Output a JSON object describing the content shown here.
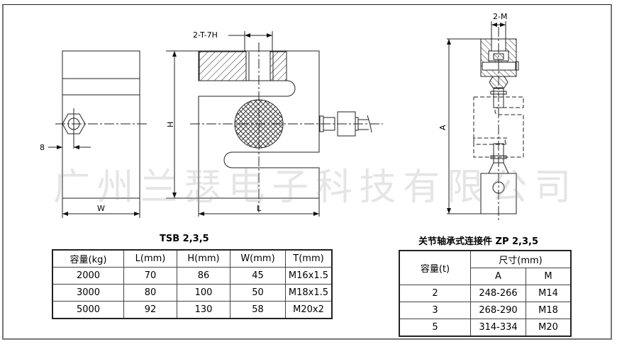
{
  "watermark": [
    "广",
    "州",
    "兰",
    "瑟",
    "电",
    "子",
    "科",
    "技",
    "有",
    "限",
    "公",
    "司"
  ],
  "drawing_labels": {
    "side_view": {
      "offset_dim": "8",
      "width_dim": "W"
    },
    "front_view": {
      "thread_dim": "2-T-7H",
      "height_dim": "H",
      "length_dim": "L"
    },
    "assembly_view": {
      "thread_dim": "2-M",
      "overall_dim": "A"
    }
  },
  "table1": {
    "caption": "TSB 2,3,5",
    "headers": [
      "容量(kg)",
      "L(mm)",
      "H(mm)",
      "W(mm)",
      "T(mm)"
    ],
    "rows": [
      [
        "2000",
        "70",
        "86",
        "45",
        "M16x1.5"
      ],
      [
        "3000",
        "80",
        "100",
        "50",
        "M18x1.5"
      ],
      [
        "5000",
        "92",
        "130",
        "58",
        "M20x2"
      ]
    ]
  },
  "table2": {
    "caption": "关节轴承式连接件 ZP 2,3,5",
    "header_capacity": "容量(t)",
    "header_group": "尺寸(mm)",
    "sub_headers": [
      "A",
      "M"
    ],
    "rows": [
      [
        "2",
        "248-266",
        "M14"
      ],
      [
        "3",
        "268-290",
        "M18"
      ],
      [
        "5",
        "314-334",
        "M20"
      ]
    ]
  }
}
